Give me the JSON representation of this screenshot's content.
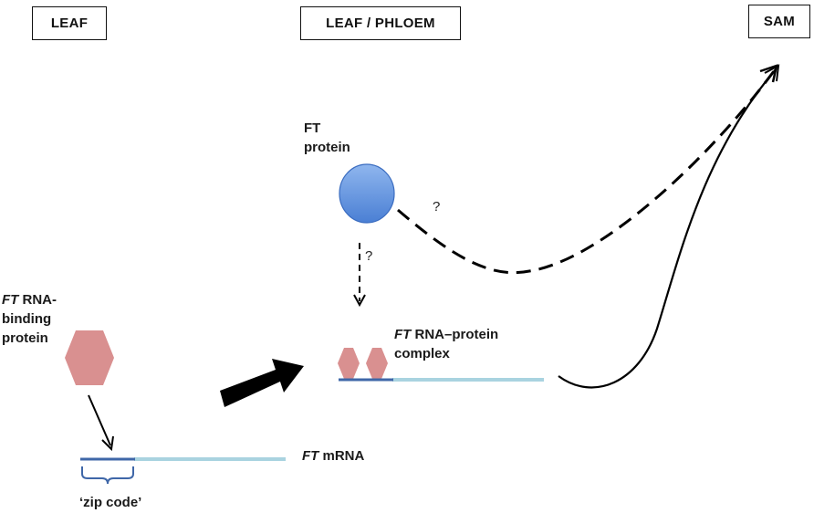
{
  "regions": {
    "leaf": "LEAF",
    "leaf_phloem": "LEAF / PHLOEM",
    "sam": "SAM"
  },
  "ft_protein": {
    "line1": "FT",
    "line2": "protein"
  },
  "rna_binding_protein": {
    "italic": "FT",
    "line1_rest": " RNA-",
    "line2": "binding",
    "line3": "protein"
  },
  "ft_mrna": {
    "italic": "FT",
    "rest": " mRNA"
  },
  "zip_code": "‘zip code’",
  "complex": {
    "italic": "FT",
    "line1_rest": " RNA–protein",
    "line2": "complex"
  },
  "question_marks": [
    "?",
    "?"
  ],
  "colors": {
    "protein_blue": "#5b8fdc",
    "hexagon_pink": "#d99090",
    "mrna_light": "#a9d3e0",
    "zip_dark": "#3f67a8",
    "arrow_black": "#000000"
  }
}
